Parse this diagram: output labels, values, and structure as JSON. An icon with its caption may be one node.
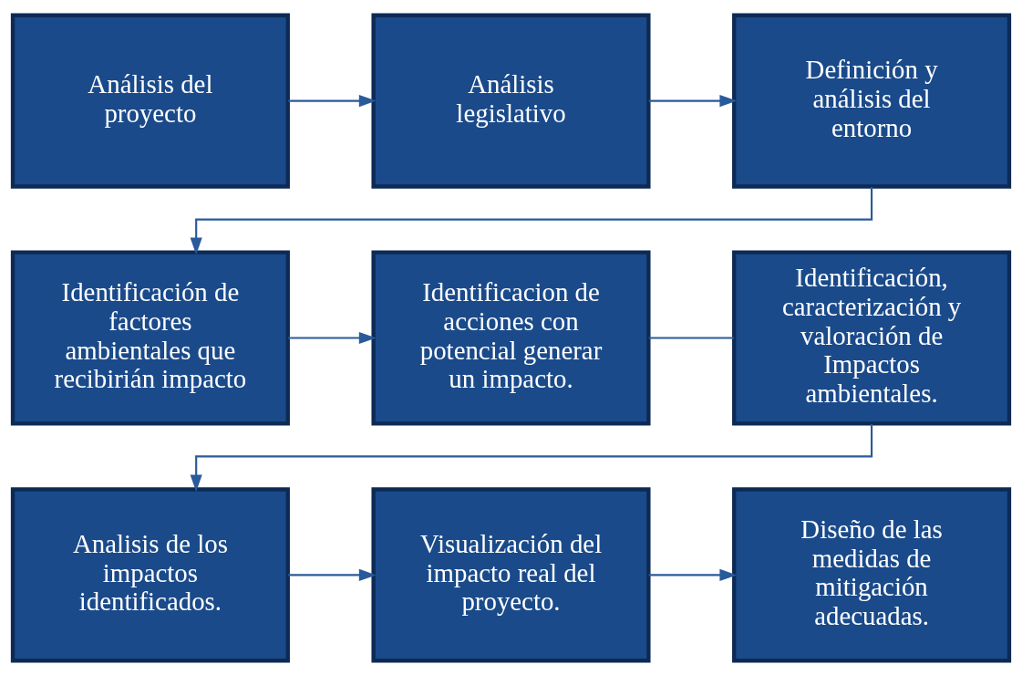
{
  "diagram": {
    "nodes": [
      {
        "text": [
          "Análisis del proyecto"
        ]
      },
      {
        "text": [
          "Análisis legislativo"
        ]
      },
      {
        "text": [
          "Definición y análisis del entorno"
        ]
      },
      {
        "text": [
          "Identificación de factores ambientales que recibirián impacto"
        ]
      },
      {
        "text": [
          "Identificacion de acciones con potencial generar un impacto."
        ]
      },
      {
        "text": [
          "Identificación, caracterización y valoración de Impactos ambientales."
        ]
      },
      {
        "text": [
          "Analisis de los impactos identificados."
        ]
      },
      {
        "text": [
          "Visualización del impacto real del proyecto."
        ]
      },
      {
        "text": [
          "Diseño de las medidas de mitigación adecuadas."
        ]
      }
    ],
    "edges": [
      {
        "from": 0,
        "to": 1,
        "arrow": "to"
      },
      {
        "from": 1,
        "to": 2,
        "arrow": "to"
      },
      {
        "from": 2,
        "to": 3,
        "arrow": "to"
      },
      {
        "from": 3,
        "to": 4,
        "arrow": "to"
      },
      {
        "from": 4,
        "to": 5,
        "arrow": "none"
      },
      {
        "from": 5,
        "to": 6,
        "arrow": "to"
      },
      {
        "from": 6,
        "to": 7,
        "arrow": "to"
      },
      {
        "from": 7,
        "to": 8,
        "arrow": "to"
      }
    ]
  }
}
